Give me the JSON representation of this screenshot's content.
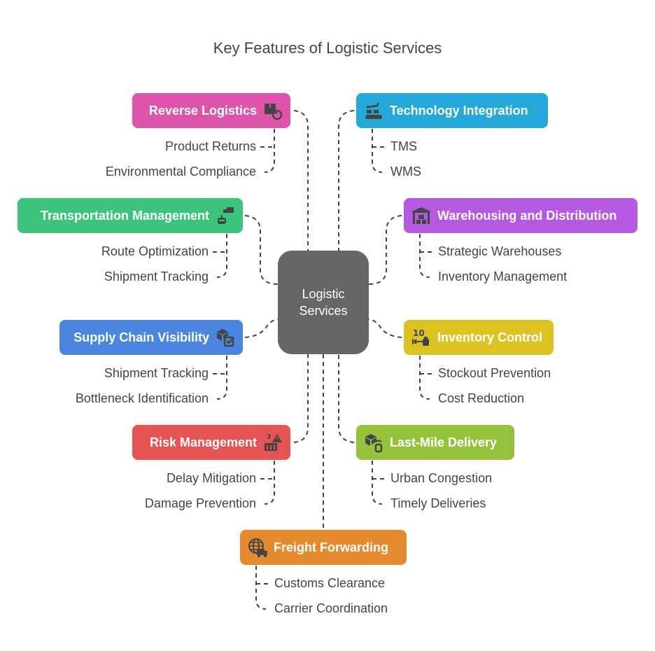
{
  "title": "Key Features of Logistic Services",
  "center": {
    "line1": "Logistic",
    "line2": "Services",
    "color": "#666666"
  },
  "branches": [
    {
      "id": "reverse-logistics",
      "label": "Reverse Logistics",
      "color": "#DD55AA",
      "icon": "box-recycle-icon",
      "items": [
        "Product Returns",
        "Environmental Compliance"
      ]
    },
    {
      "id": "technology-integration",
      "label": "Technology Integration",
      "color": "#23A8D9",
      "icon": "robot-arm-conveyor-icon",
      "items": [
        "TMS",
        "WMS"
      ]
    },
    {
      "id": "transportation-management",
      "label": "Transportation Management",
      "color": "#3CC47C",
      "icon": "robot-truck-icon",
      "items": [
        "Route Optimization",
        "Shipment Tracking"
      ]
    },
    {
      "id": "warehousing-distribution",
      "label": "Warehousing and Distribution",
      "color": "#B559E0",
      "icon": "warehouse-icon",
      "items": [
        "Strategic Warehouses",
        "Inventory Management"
      ]
    },
    {
      "id": "supply-chain-visibility",
      "label": "Supply Chain Visibility",
      "color": "#4A86E0",
      "icon": "box-check-icon",
      "items": [
        "Shipment Tracking",
        "Bottleneck Identification"
      ]
    },
    {
      "id": "inventory-control",
      "label": "Inventory Control",
      "color": "#DCC322",
      "icon": "inventory-count-icon",
      "items": [
        "Stockout Prevention",
        "Cost Reduction"
      ]
    },
    {
      "id": "risk-management",
      "label": "Risk Management",
      "color": "#E55454",
      "icon": "container-warning-icon",
      "items": [
        "Delay Mitigation",
        "Damage Prevention"
      ]
    },
    {
      "id": "last-mile-delivery",
      "label": "Last-Mile Delivery",
      "color": "#95C23C",
      "icon": "box-signal-icon",
      "items": [
        "Urban Congestion",
        "Timely Deliveries"
      ]
    },
    {
      "id": "freight-forwarding",
      "label": "Freight Forwarding",
      "color": "#E58A2E",
      "icon": "globe-truck-icon",
      "items": [
        "Customs Clearance",
        "Carrier Coordination"
      ]
    }
  ]
}
